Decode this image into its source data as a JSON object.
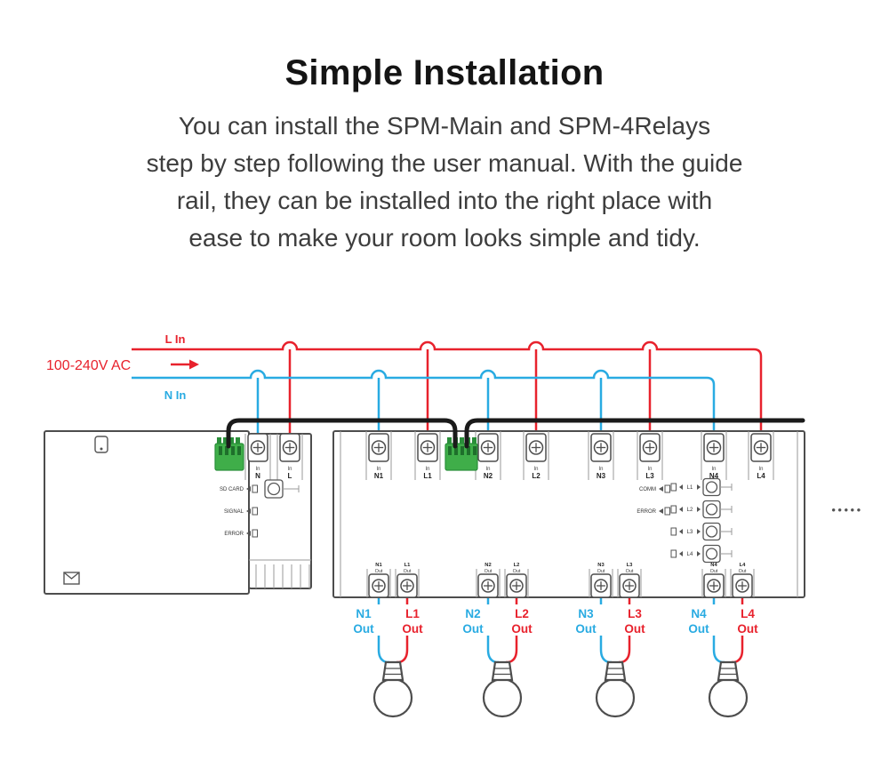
{
  "header": {
    "title": "Simple Installation",
    "description_lines": [
      "You can install the SPM-Main and SPM-4Relays",
      "step by step following the user manual. With the guide",
      "rail, they can be installed into the right place with",
      "ease to make your room looks simple and tidy."
    ]
  },
  "diagram": {
    "supply": {
      "live_label": "L In",
      "neutral_label": "N In",
      "voltage_label": "100-240V AC"
    },
    "colors": {
      "live": "#e8222d",
      "neutral": "#29abe2",
      "outline": "#4d4d4d",
      "green": "#3fae49",
      "cable": "#1a1a1a"
    },
    "shared": {
      "in": "In",
      "out": "Out"
    },
    "main_unit": {
      "terminals": {
        "n": "N",
        "l": "L"
      },
      "indicators": [
        "SD CARD",
        "SIGNAL",
        "ERROR"
      ]
    },
    "relay_unit": {
      "indicators": [
        "COMM",
        "ERROR"
      ],
      "buttons": [
        "L1",
        "L2",
        "L3",
        "L4"
      ],
      "more_dots": "•••••"
    },
    "channels": [
      {
        "n": "N1",
        "l": "L1"
      },
      {
        "n": "N2",
        "l": "L2"
      },
      {
        "n": "N3",
        "l": "L3"
      },
      {
        "n": "N4",
        "l": "L4"
      }
    ]
  }
}
